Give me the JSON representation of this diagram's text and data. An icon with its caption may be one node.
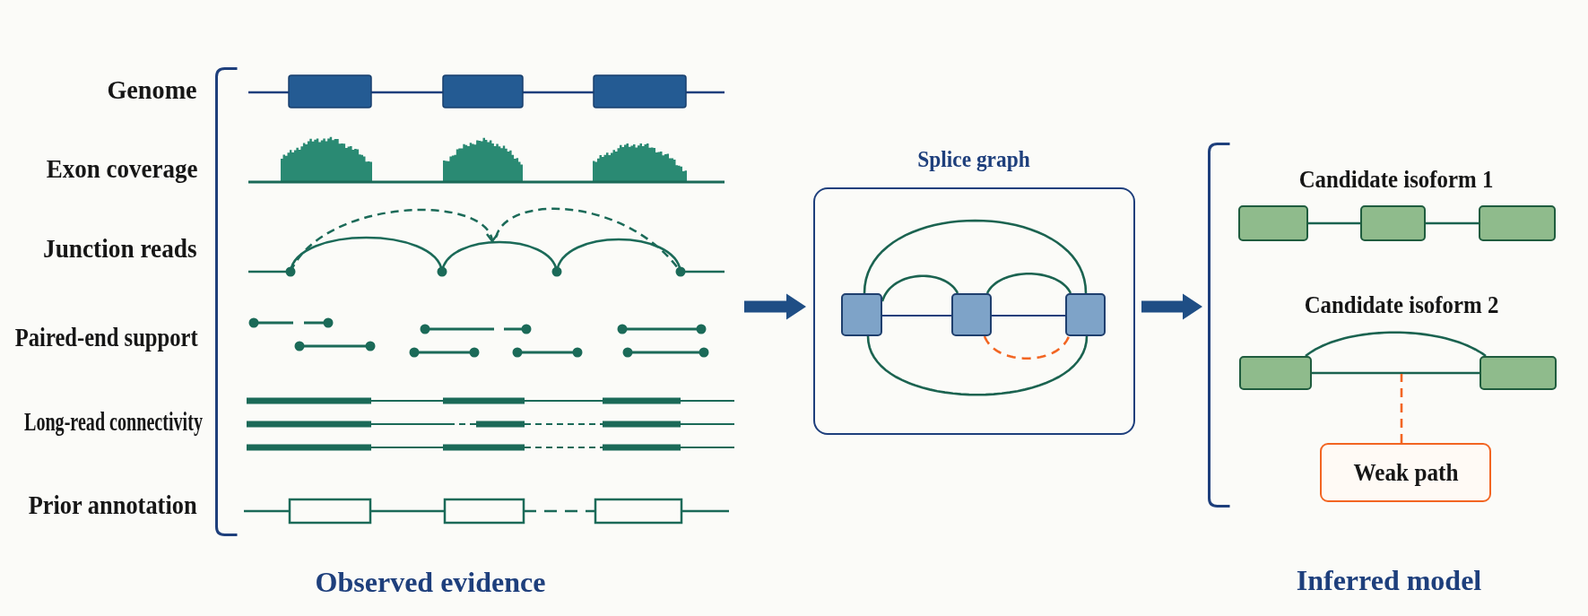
{
  "diagram": {
    "nodes": [
      {
        "text": [
          "Observed evidence"
        ]
      },
      {
        "text": [
          "Splice graph"
        ]
      },
      {
        "text": [],
        "shape": "box",
        "in": 1
      },
      {
        "text": [],
        "shape": "box",
        "in": 1
      },
      {
        "text": [],
        "shape": "box",
        "in": 1
      },
      {
        "text": [
          "Inferred model"
        ]
      },
      {
        "text": [],
        "shape": "box",
        "in": 5
      },
      {
        "text": [],
        "shape": "box",
        "in": 5
      },
      {
        "text": [],
        "shape": "box",
        "in": 5
      },
      {
        "text": [],
        "shape": "box",
        "in": 5
      },
      {
        "text": [],
        "shape": "box",
        "in": 5
      },
      {
        "text": [
          "Weak path"
        ],
        "in": 5
      }
    ],
    "edges": [
      {
        "from": 0,
        "to": 1,
        "arrow": "to",
        "style": "thick",
        "color": "#1f4e85"
      },
      {
        "from": 1,
        "to": 5,
        "arrow": "to",
        "style": "thick",
        "color": "#1f4e85"
      },
      {
        "from": 2,
        "to": 3,
        "arrow": "none",
        "color": "#1e3f7c"
      },
      {
        "from": 3,
        "to": 4,
        "arrow": "none",
        "color": "#1e3f7c"
      },
      {
        "from": 2,
        "to": 3,
        "arrow": "none"
      },
      {
        "from": 3,
        "to": 4,
        "arrow": "none"
      },
      {
        "from": 2,
        "to": 4,
        "arrow": "none"
      },
      {
        "from": 2,
        "to": 4,
        "arrow": "none"
      },
      {
        "from": 3,
        "to": 4,
        "arrow": "none",
        "style": "dashed",
        "color": "#f26522"
      },
      {
        "from": 6,
        "to": 7,
        "arrow": "none"
      },
      {
        "from": 7,
        "to": 8,
        "arrow": "none"
      },
      {
        "from": 9,
        "to": 10,
        "arrow": "none"
      },
      {
        "from": 9,
        "to": 10,
        "arrow": "none"
      },
      {
        "from": 11,
        "to": null,
        "arrow": "none",
        "style": "dashed",
        "color": "#f26522"
      }
    ],
    "labels": [
      "Genome",
      "Exon coverage",
      "Junction reads",
      "Paired-end support",
      "Long-read connectivity",
      "Prior annotation",
      "Candidate isoform 1",
      "Candidate isoform 2"
    ]
  }
}
